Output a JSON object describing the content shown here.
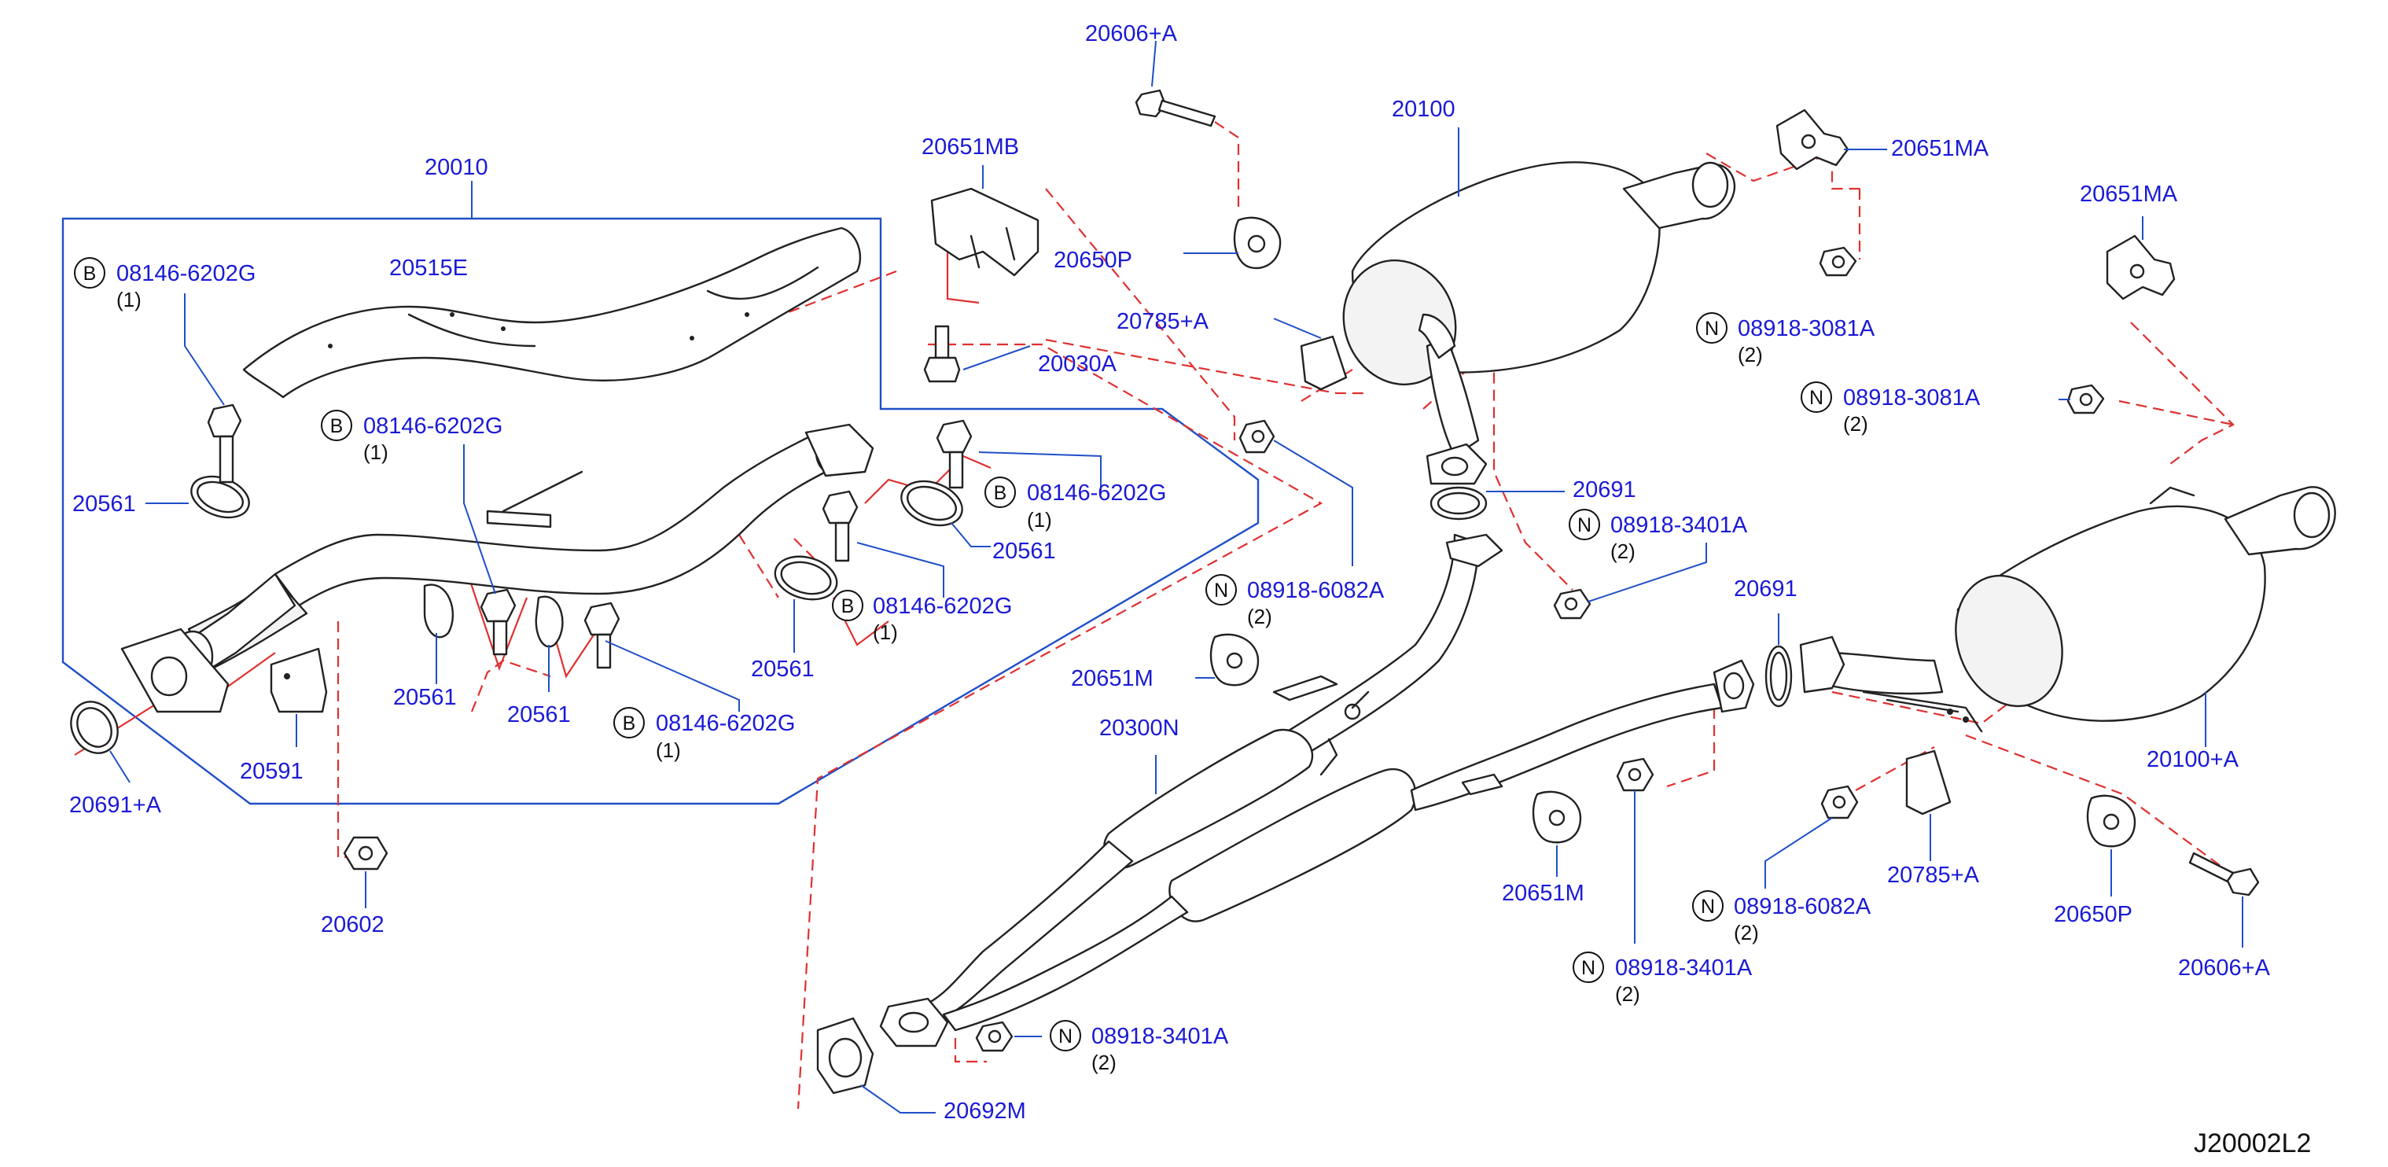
{
  "diagram_code": "J20002L2",
  "colors": {
    "label": "#1a1ad6",
    "leader": "#1f4fc8",
    "assembly_line": "#e03030",
    "outline": "#222222"
  },
  "labels": {
    "p20010": "20010",
    "p20515e": "20515E",
    "p20651mb": "20651MB",
    "p20030a": "20030A",
    "p20606a_top": "20606+A",
    "p20650p_top": "20650P",
    "p20785a_top": "20785+A",
    "p20100": "20100",
    "p20651ma_top": "20651MA",
    "p20651ma_right": "20651MA",
    "p20691_mid": "20691",
    "p20691_right": "20691",
    "p20561_a": "20561",
    "p20561_b": "20561",
    "p20561_c": "20561",
    "p20561_d": "20561",
    "p20561_e": "20561",
    "p20591": "20591",
    "p20691a": "20691+A",
    "p20602": "20602",
    "p20651m_a": "20651M",
    "p20300n": "20300N",
    "p20651m_b": "20651M",
    "p20692m": "20692M",
    "p20785a_bot": "20785+A",
    "p20650p_bot": "20650P",
    "p20606a_bot": "20606+A",
    "p20100a": "20100+A"
  },
  "callouts": [
    {
      "prefix": "B",
      "number": "08146-6202G",
      "qty": "(1)"
    },
    {
      "prefix": "B",
      "number": "08146-6202G",
      "qty": "(1)"
    },
    {
      "prefix": "B",
      "number": "08146-6202G",
      "qty": "(1)"
    },
    {
      "prefix": "B",
      "number": "08146-6202G",
      "qty": "(1)"
    },
    {
      "prefix": "B",
      "number": "08146-6202G",
      "qty": "(1)"
    },
    {
      "prefix": "N",
      "number": "08918-3081A",
      "qty": "(2)"
    },
    {
      "prefix": "N",
      "number": "08918-3081A",
      "qty": "(2)"
    },
    {
      "prefix": "N",
      "number": "08918-6082A",
      "qty": "(2)"
    },
    {
      "prefix": "N",
      "number": "08918-3401A",
      "qty": "(2)"
    },
    {
      "prefix": "N",
      "number": "08918-6082A",
      "qty": "(2)"
    },
    {
      "prefix": "N",
      "number": "08918-3401A",
      "qty": "(2)"
    },
    {
      "prefix": "N",
      "number": "08918-3401A",
      "qty": "(2)"
    }
  ]
}
